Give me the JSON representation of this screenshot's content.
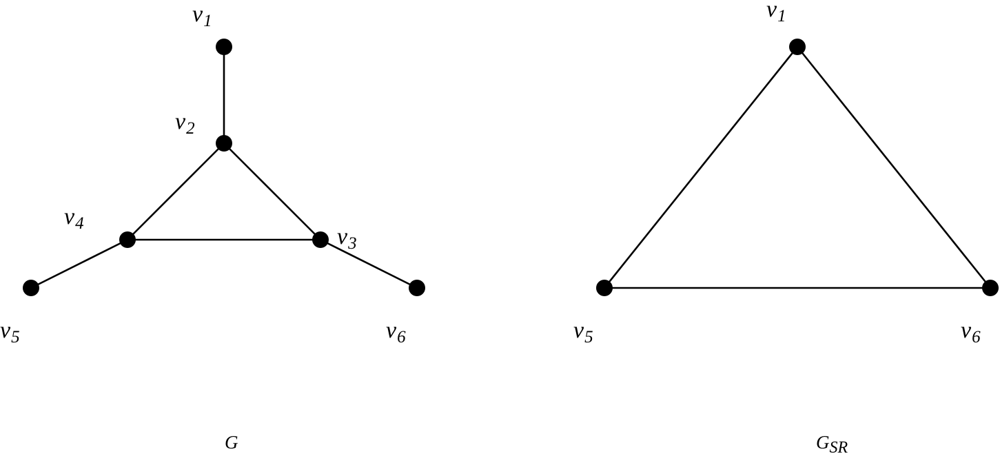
{
  "graphs": [
    {
      "caption": {
        "main": "G",
        "sub": ""
      },
      "vertices": [
        {
          "id": "v1",
          "base": "v",
          "sub": "1"
        },
        {
          "id": "v2",
          "base": "v",
          "sub": "2"
        },
        {
          "id": "v3",
          "base": "v",
          "sub": "3"
        },
        {
          "id": "v4",
          "base": "v",
          "sub": "4"
        },
        {
          "id": "v5",
          "base": "v",
          "sub": "5"
        },
        {
          "id": "v6",
          "base": "v",
          "sub": "6"
        }
      ],
      "edges": [
        [
          "v1",
          "v2"
        ],
        [
          "v2",
          "v4"
        ],
        [
          "v2",
          "v3"
        ],
        [
          "v4",
          "v3"
        ],
        [
          "v4",
          "v5"
        ],
        [
          "v3",
          "v6"
        ]
      ]
    },
    {
      "caption": {
        "main": "G",
        "sub": "SR"
      },
      "vertices": [
        {
          "id": "v1",
          "base": "v",
          "sub": "1"
        },
        {
          "id": "v5",
          "base": "v",
          "sub": "5"
        },
        {
          "id": "v6",
          "base": "v",
          "sub": "6"
        }
      ],
      "edges": [
        [
          "v1",
          "v5"
        ],
        [
          "v1",
          "v6"
        ],
        [
          "v5",
          "v6"
        ]
      ]
    }
  ]
}
